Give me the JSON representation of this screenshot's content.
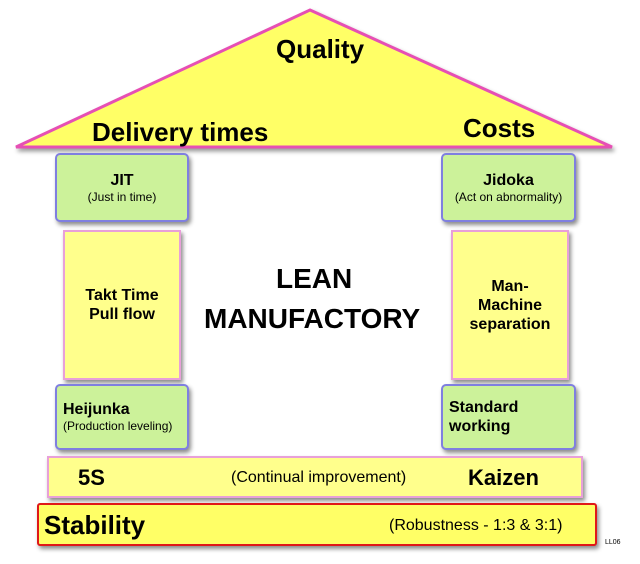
{
  "roof": {
    "top": "Quality",
    "left": "Delivery times",
    "right": "Costs"
  },
  "pillars": {
    "left_top": {
      "title": "JIT",
      "subtitle": "(Just in time)"
    },
    "left_mid": {
      "line1": "Takt Time",
      "line2": "Pull flow"
    },
    "left_bottom": {
      "title": "Heijunka",
      "subtitle": "(Production leveling)"
    },
    "right_top": {
      "title": "Jidoka",
      "subtitle": "(Act on abnormality)"
    },
    "right_mid": {
      "line1": "Man-",
      "line2": "Machine",
      "line3": "separation"
    },
    "right_bottom": {
      "line1": "Standard",
      "line2": "working"
    }
  },
  "center": {
    "line1": "LEAN",
    "line2": "MANUFACTORY"
  },
  "kaizen": {
    "left": "5S",
    "middle": "(Continual improvement)",
    "right": "Kaizen"
  },
  "foundation": {
    "left": "Stability",
    "right": "(Robustness - 1:3 & 3:1)"
  },
  "corner_code": "LL06",
  "colors": {
    "roof": "#ffff66",
    "pillar_green": "#ccf29a",
    "pillar_yellow": "#ffff8c",
    "foundation_border": "#e01818",
    "roof_border": "#e64fb4"
  }
}
